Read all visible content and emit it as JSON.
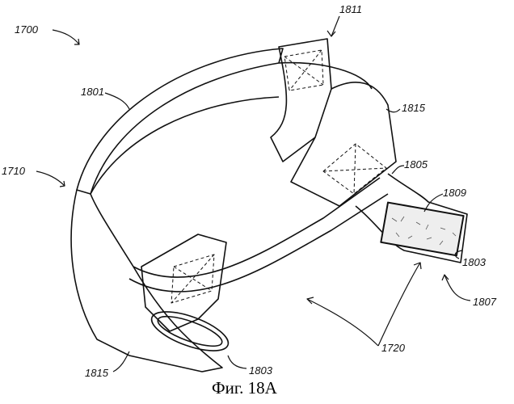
{
  "figure": {
    "caption": "Фиг. 18A",
    "labels": {
      "l1700": "1700",
      "l1811": "1811",
      "l1801": "1801",
      "l1815_top": "1815",
      "l1805": "1805",
      "l1809": "1809",
      "l1710": "1710",
      "l1803_right": "1803",
      "l1807": "1807",
      "l1720": "1720",
      "l1803_bottom": "1803",
      "l1815_bottom": "1815"
    }
  }
}
